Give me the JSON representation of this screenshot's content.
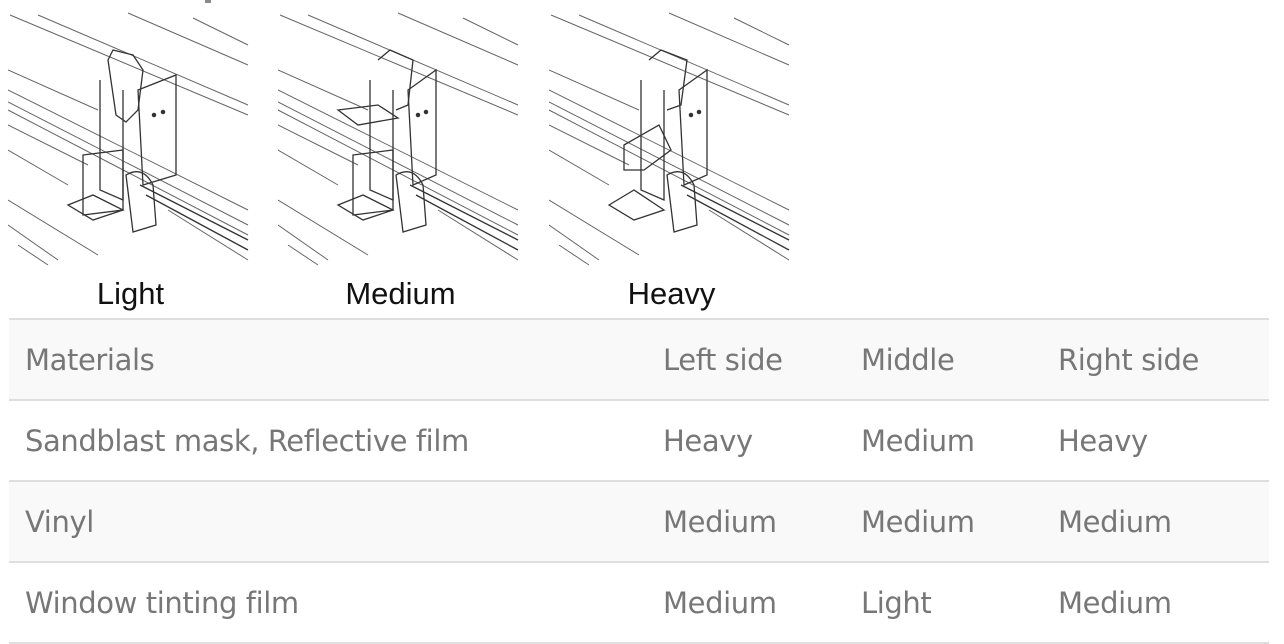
{
  "figure": {
    "panels": [
      {
        "caption": "Light",
        "icon": "pinch-roller-light-illustration"
      },
      {
        "caption": "Medium",
        "icon": "pinch-roller-medium-illustration"
      },
      {
        "caption": "Heavy",
        "icon": "pinch-roller-heavy-illustration"
      }
    ]
  },
  "table": {
    "headers": [
      "Materials",
      "Left side",
      "Middle",
      "Right side"
    ],
    "rows": [
      [
        "Sandblast mask, Reflective film",
        "Heavy",
        "Medium",
        "Heavy"
      ],
      [
        "Vinyl",
        "Medium",
        "Medium",
        "Medium"
      ],
      [
        "Window tinting film",
        "Medium",
        "Light",
        "Medium"
      ]
    ]
  },
  "colors": {
    "text": "#777777",
    "stripe": "#f9f9f9",
    "border": "#dedede",
    "caption": "#111111"
  }
}
